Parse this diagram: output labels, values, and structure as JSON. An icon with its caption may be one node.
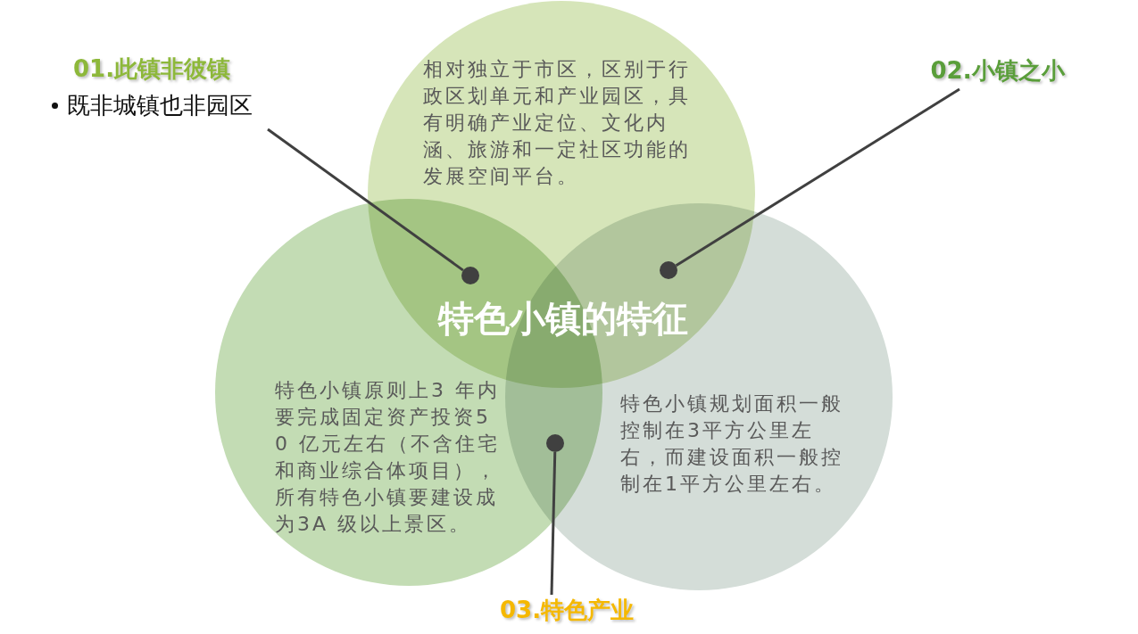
{
  "diagram": {
    "title": "特色小镇的特征",
    "nodes": [
      {
        "text": [
          "相对独立于市区，区别于行政区划单元和产业园区，具有明确产业定位、文化内涵、旅游和一定社区功能的发展空间平台。"
        ]
      },
      {
        "text": [
          "特色小镇原则上3 年内要完成固定资产投资50 亿元左右（不含住宅和商业综合体项目），所有特色小镇要建设成为3A 级以上景区。"
        ]
      },
      {
        "text": [
          "特色小镇规划面积一般控制在3平方公里左右，而建设面积一般控制在1平方公里左右。"
        ]
      },
      {
        "text": [
          "01.此镇非彼镇",
          "既非城镇也非园区"
        ]
      },
      {
        "text": [
          "02.小镇之小"
        ]
      },
      {
        "text": [
          "03.特色产业"
        ]
      },
      {
        "text": [],
        "shape": "circle"
      },
      {
        "text": [],
        "shape": "circle"
      },
      {
        "text": [],
        "shape": "circle"
      }
    ],
    "edges": [
      {
        "from": 3,
        "to": 6,
        "arrow": "none"
      },
      {
        "from": 4,
        "to": 7,
        "arrow": "none"
      },
      {
        "from": 5,
        "to": 8,
        "arrow": "none"
      }
    ]
  }
}
